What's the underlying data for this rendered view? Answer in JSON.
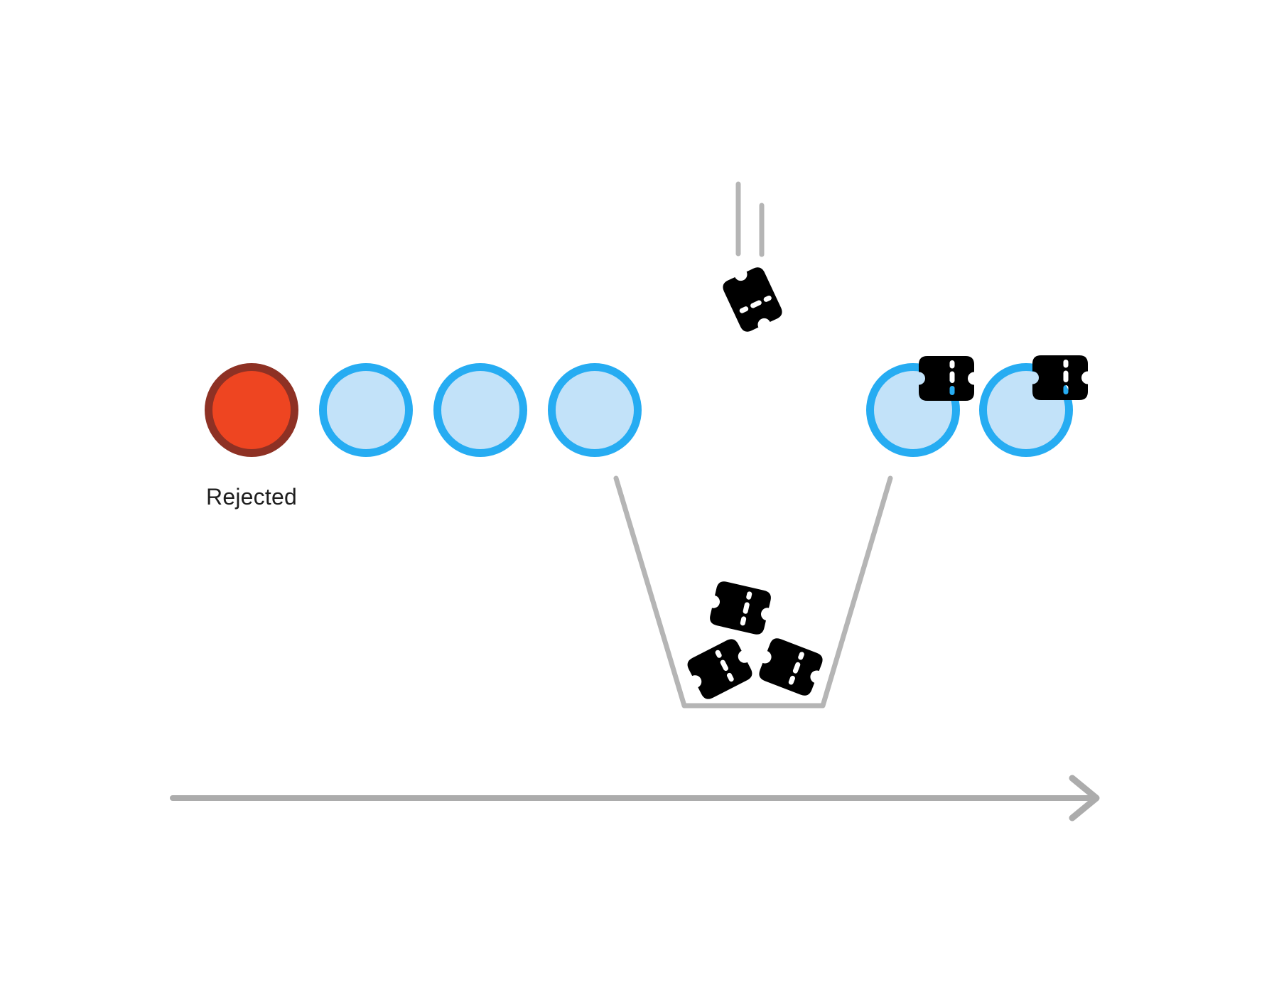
{
  "diagram": {
    "rejected_label": "Rejected",
    "left_queue": {
      "rejected_circles": 1,
      "pending_circles": 3
    },
    "right_queue": {
      "ticketed_circles": 2
    },
    "bin": {
      "tickets_inside": 3
    },
    "falling_tickets": 1
  },
  "icons": {
    "ticket": "ticket-icon",
    "motion_lines": "motion-lines-icon",
    "funnel": "funnel-bin",
    "flow_arrow": "flow-arrow-icon"
  },
  "colors": {
    "background": "#FFFFFF",
    "rejected_fill": "#EE4521",
    "rejected_stroke": "#8E3124",
    "item_fill": "#C2E2F9",
    "item_stroke": "#26ACF2",
    "ticket_fill": "#3A3A3A",
    "line_gray": "#B5B5B5",
    "arrow_gray": "#ACACAC",
    "label_text": "#1F1F1F"
  }
}
